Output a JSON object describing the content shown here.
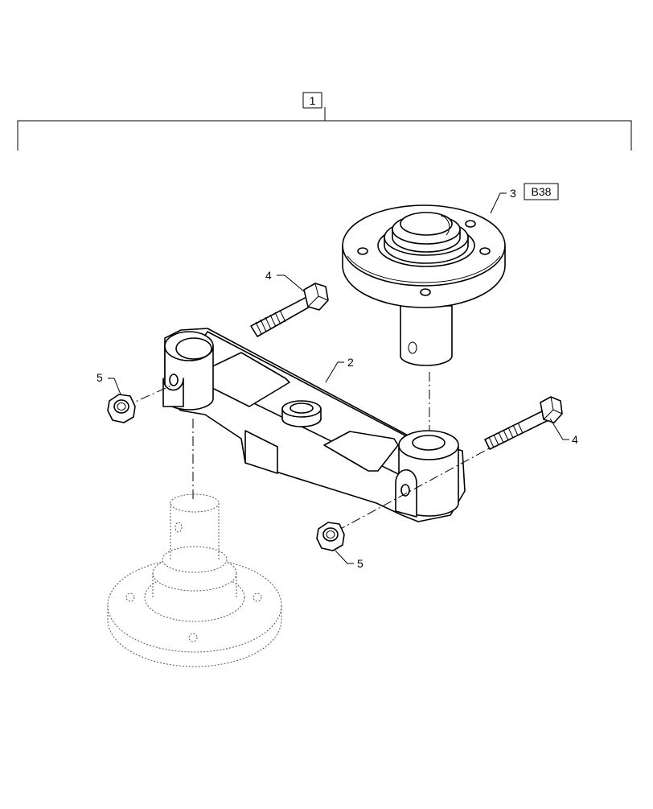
{
  "callouts": {
    "assembly": "1",
    "arm": "2",
    "spindle": "3",
    "spindle_ref": "B38",
    "bolt_upper": "4",
    "bolt_lower": "4",
    "nut_upper": "5",
    "nut_lower": "5"
  }
}
